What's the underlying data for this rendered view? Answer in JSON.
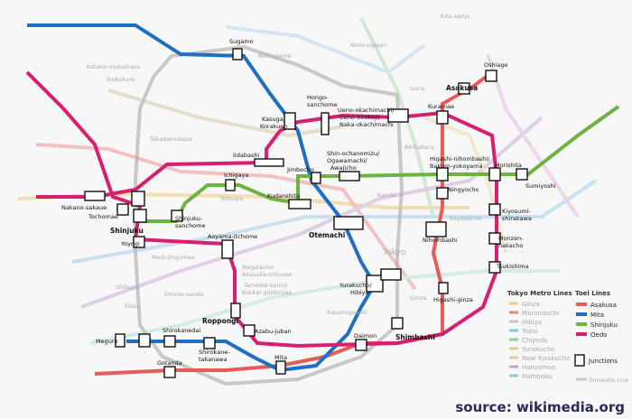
{
  "credit": "source: wikimedia.org",
  "colors": {
    "asakusa": "#e85a5a",
    "mita": "#1f6fc0",
    "shinjuku": "#6cb33f",
    "oedo": "#d6206f",
    "yamanote": "#b8b8b8",
    "background": "#f7f7f7"
  },
  "legend": {
    "metro_title": "Tokyo Metro Lines",
    "metro_lines": [
      "Ginza",
      "Marunouchi",
      "Hibiya",
      "Tozai",
      "Chiyoda",
      "Yurakucho",
      "New Yurakucho",
      "Hanzomon",
      "Namboku"
    ],
    "toei_title": "Toei Lines",
    "toei_lines": [
      "Asakusa",
      "Mita",
      "Shinjuku",
      "Oedo"
    ],
    "junctions_label": "Junctions",
    "yamanote_label": "Yamanote Line"
  },
  "faint_labels": {
    "ikebukuro": "Ikebukuro",
    "kotake": "Kotake-mukaihara",
    "kitasenju": "Kita-senju",
    "nishinippori": "Nishi-nippori",
    "komagome": "Komagome",
    "takadanobaba": "Takadanobaba",
    "ueno": "Ueno",
    "akihabara": "Akihabara",
    "kanda": "Kanda",
    "yotsuya": "Yotsuya",
    "kayabacho": "Kayabacho",
    "tokyo": "Tokyo",
    "meijijingumae": "Meiji-jingumae",
    "shibuya": "Shibuya",
    "omotesando": "Omote-sando",
    "ebisu": "Ebisu",
    "nagatacho": "Nagatacho",
    "tameike": "Tameike-sanno",
    "kasumigaseki": "Kasumigaseki",
    "ginza": "Ginza",
    "kokkai": "Kokkai-gijidomae",
    "akasaka": "Akasaka-mitsuke"
  },
  "stations": {
    "sugamo": "Sugamo",
    "oshiage": "Oshiage",
    "asakusa": "Asakusa",
    "hongo1": "Hongo-",
    "hongo2": "sanchome",
    "ueno1": "Ueno-okachimachi/",
    "ueno2": "Ueno-hirokoji/",
    "ueno3": "Naka-okachimachi",
    "kuramae": "Kuramae",
    "kasuga1": "Kasuga/",
    "kasuga2": "Korakuen",
    "iidabashi": "Iidabashi",
    "shinocha1": "Shin-ochanomizu/",
    "shinocha2": "Ogawamachi/",
    "shinocha3": "Awajicho",
    "higashinihon1": "Higashi-nihombashi/",
    "higashinihon2": "Bakuro-yokoyama",
    "morishita": "Morishita",
    "sumiyoshi": "Sumiyoshi",
    "jimbocho": "Jimbocho",
    "ichigaya": "Ichigaya",
    "kudanshita": "Kudanshita",
    "ningyocho": "Ningyocho",
    "nakanosakaue": "Nakano-sakaue",
    "tochomae": "Tochomae",
    "shinjuku": "Shinjuku",
    "shinjukusan1": "Shinjuku-",
    "shinjukusan2": "sanchome",
    "kiyosumi1": "Kiyosumi-",
    "kiyosumi2": "shirakawa",
    "otemachi": "Otemachi",
    "nihombashi": "Nihombashi",
    "monzen1": "Monzen-",
    "monzen2": "nakacho",
    "yoyogi": "Yoyogi",
    "aoyama": "Aoyama-itchome",
    "tsukishima": "Tsukishima",
    "yurakucho1": "Yurakucho/",
    "yurakucho2": "Hibiya",
    "higashiginza": "Higashi-ginza",
    "roppongi": "Roppongi",
    "azabujuban": "Azabu-juban",
    "shirokanedai": "Shirokanedai",
    "shimbashi": "Shimbashi",
    "daimon": "Daimon",
    "meguro": "Meguro",
    "shirokane1": "Shirokane-",
    "shirokane2": "takanawa",
    "mita": "Mita",
    "gotanda": "Gotanda"
  }
}
